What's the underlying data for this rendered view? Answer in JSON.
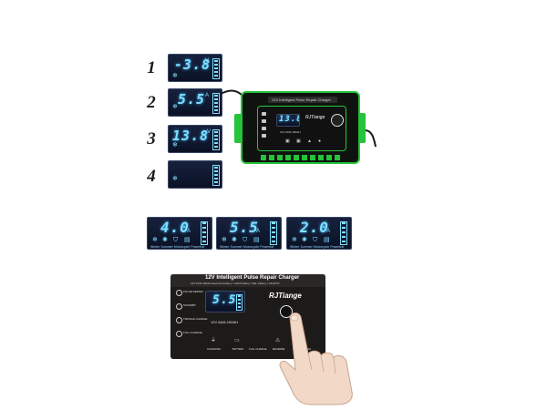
{
  "sequence": [
    {
      "number": "1",
      "reading": "-3.8",
      "unit": "V"
    },
    {
      "number": "2",
      "reading": "5.5",
      "unit": "A"
    },
    {
      "number": "3",
      "reading": "13.8",
      "unit": "V"
    },
    {
      "number": "4",
      "reading": "",
      "unit": ""
    }
  ],
  "mode_readings": [
    {
      "reading": "4.0",
      "unit": "A"
    },
    {
      "reading": "5.5",
      "unit": "A"
    },
    {
      "reading": "2.0",
      "unit": "A"
    }
  ],
  "mode_labels": "Winter Summer Motorcycle Powerbat",
  "charger_small": {
    "title": "12V Intelligent Pulse Repair Charger",
    "brand": "RJTiange",
    "reading": "13.8",
    "spec": "12V 6A/6-150AH"
  },
  "charger_large": {
    "title": "12V Intelligent Pulse Repair Charger",
    "subtitle": "12V 6A/6-150AH lead-acid battery / AGM battery / GEL battery / LiFePO4",
    "brand": "RJTiange",
    "reading": "5.5",
    "spec": "12V 6A/6-150AH",
    "left_labels": [
      "PULSE REPAIR",
      "STANDBY",
      "TRICKLE CHARGE",
      "FULL CHARGE"
    ],
    "bottom_labels": [
      "CHARGING",
      "BATTERY",
      "FULL CHARGE",
      "REVERSE",
      "OVERHEATING"
    ]
  },
  "colors": {
    "lcd_text": "#7fe0ff",
    "accent_green": "#25c43a",
    "panel": "#1d1b1a"
  }
}
